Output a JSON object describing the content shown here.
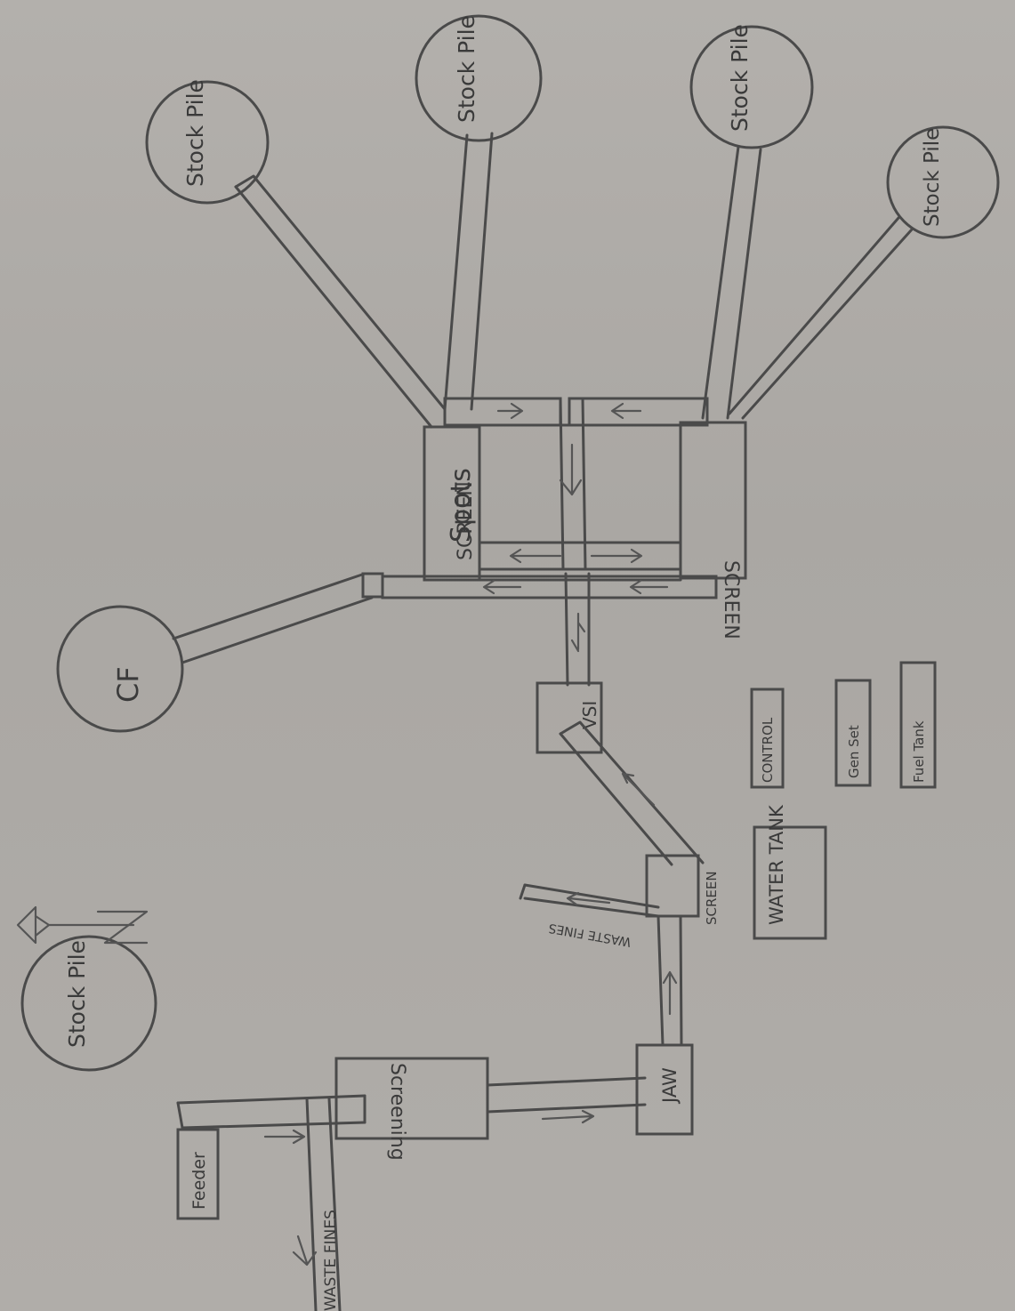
{
  "labels": {
    "spots": "Spots",
    "stock_pile": "Stock Pile",
    "cf": "CF",
    "screen": "SCREEN",
    "screening": "Screening",
    "vsi": "VSI",
    "jaw": "JAW",
    "feeder": "Feeder",
    "waste_fines": "WASTE FINES",
    "water_tank": "WATER TANK",
    "control": "CONTROL",
    "gen_set": "Gen Set",
    "fuel_tank": "Fuel Tank"
  },
  "colors": {
    "paper": "#aca9a5",
    "ink": "#4a4a4a"
  }
}
